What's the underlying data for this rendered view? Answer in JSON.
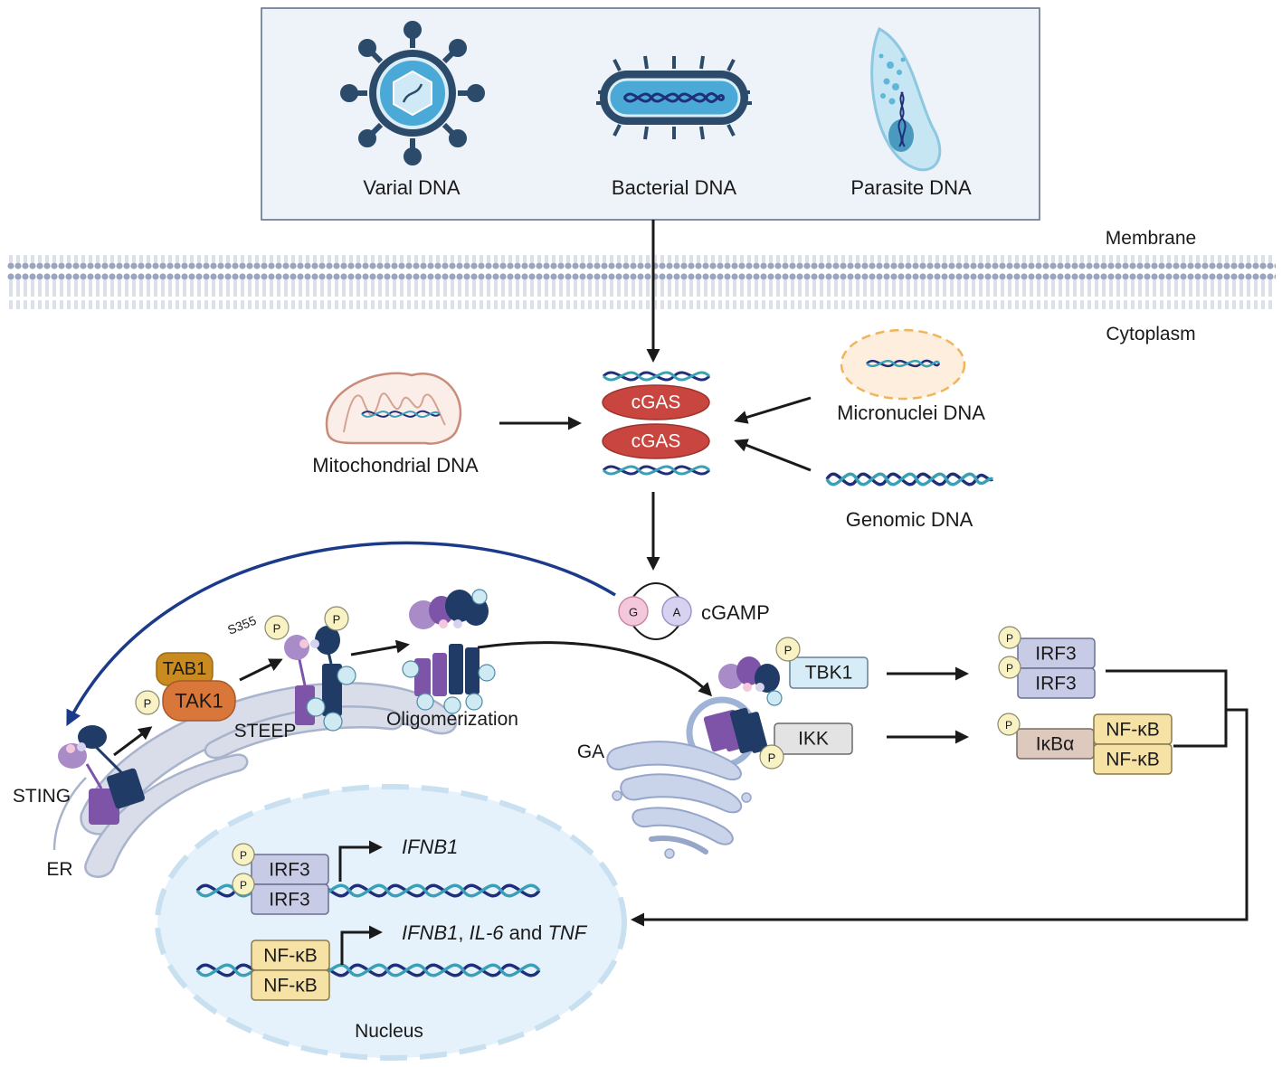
{
  "sources": {
    "viral": "Varial DNA",
    "bacterial": "Bacterial DNA",
    "parasite": "Parasite DNA"
  },
  "regions": {
    "membrane": "Membrane",
    "cytoplasm": "Cytoplasm",
    "nucleus": "Nucleus",
    "er": "ER",
    "ga": "GA"
  },
  "cytosolic_dna": {
    "mitochondrial": "Mitochondrial DNA",
    "micronuclei": "Micronuclei DNA",
    "genomic": "Genomic DNA"
  },
  "sensor": {
    "cgas_1": "cGAS",
    "cgas_2": "cGAS",
    "cgamp": "cGAMP",
    "g": "G",
    "a": "A"
  },
  "sting_steps": {
    "sting": "STING",
    "steep": "STEEP",
    "oligomerization": "Oligomerization",
    "s355": "S355",
    "tab1": "TAB1",
    "tak1": "TAK1"
  },
  "kinases": {
    "tbk1": "TBK1",
    "ikk": "IKK"
  },
  "factors": {
    "irf3_top": "IRF3",
    "irf3_bottom": "IRF3",
    "ikba": "IκBα",
    "nfkb_top": "NF-κB",
    "nfkb_bottom": "NF-κB"
  },
  "phospho": "P",
  "nucleus_genes": {
    "irf3_a": "IRF3",
    "irf3_b": "IRF3",
    "nfkb_a": "NF-κB",
    "nfkb_b": "NF-κB",
    "target_1": "IFNB1",
    "target_2_part1": "IFNB1",
    "target_2_sep": ", ",
    "target_2_part2": "IL-6",
    "target_2_and": " and ",
    "target_2_part3": "TNF"
  },
  "colors": {
    "dna_dark": "#1f2f7a",
    "dna_light": "#3aa0b8",
    "cgas": "#c8463f",
    "membrane_head": "#9aa6bf",
    "er_fill": "#d9dde9",
    "nucleus_fill": "#e6f2fb",
    "irf3": "#c8cbe6",
    "nfkb": "#f7e2a6",
    "ikba": "#ddc9bd",
    "tbk1": "#d6ecf7",
    "ikk": "#e3e3e3",
    "tab1": "#c98a1f",
    "tak1": "#d9763a",
    "phospho": "#f8f2c4",
    "sting_dark": "#1f3b66",
    "sting_purple": "#7d54a8",
    "arrow_blue": "#1b3a8a"
  }
}
